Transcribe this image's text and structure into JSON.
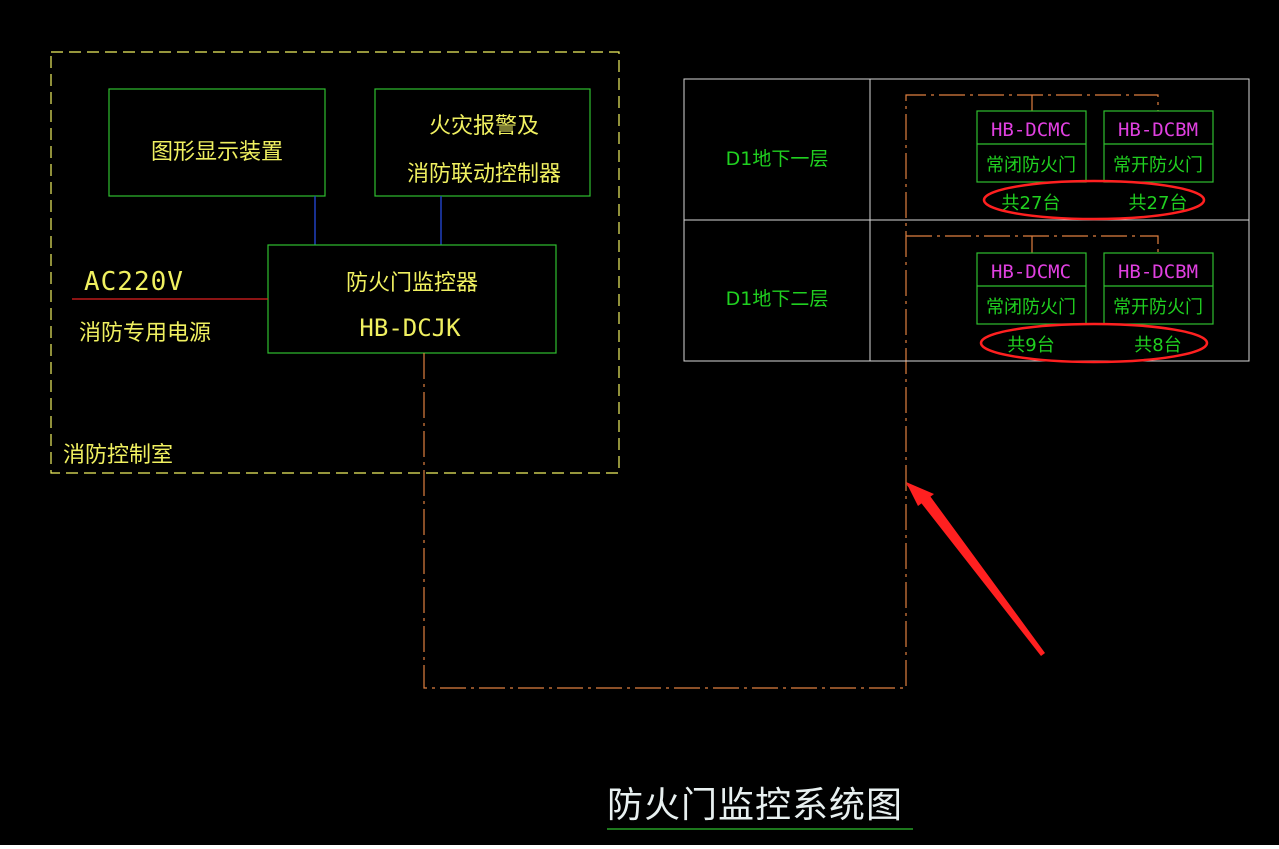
{
  "colors": {
    "background": "#000000",
    "yellow": "#f0f060",
    "green": "#2fbf2f",
    "green_text": "#20d020",
    "magenta": "#e040e0",
    "orange": "#e08040",
    "blue": "#2040c0",
    "red": "#ff2020",
    "white_line": "#d8d8d8",
    "cyan_white": "#e8f0f0"
  },
  "control_room": {
    "label": "消防控制室",
    "graphic_display": "图形显示装置",
    "fire_alarm_line1": "火灾报警及",
    "fire_alarm_line2": "消防联动控制器",
    "monitor_name": "防火门监控器",
    "monitor_model": "HB-DCJK",
    "power_voltage": "AC220V",
    "power_label": "消防专用电源"
  },
  "floors": [
    {
      "label": "D1地下一层",
      "modules": [
        {
          "model": "HB-DCMC",
          "door": "常闭防火门",
          "count": "共27台"
        },
        {
          "model": "HB-DCBM",
          "door": "常开防火门",
          "count": "共27台"
        }
      ]
    },
    {
      "label": "D1地下二层",
      "modules": [
        {
          "model": "HB-DCMC",
          "door": "常闭防火门",
          "count": "共9台"
        },
        {
          "model": "HB-DCBM",
          "door": "常开防火门",
          "count": "共8台"
        }
      ]
    }
  ],
  "title": "防火门监控系统图"
}
